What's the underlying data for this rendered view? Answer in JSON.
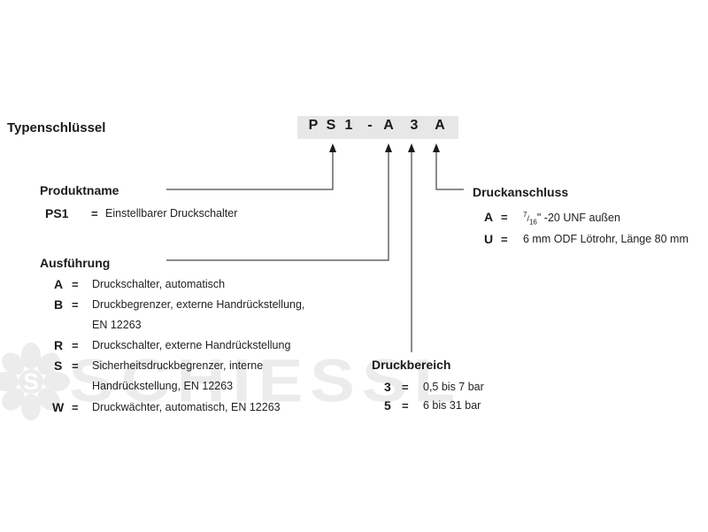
{
  "title": "Typenschlüssel",
  "code": [
    "P",
    "S",
    "1",
    "-",
    "A",
    "3",
    "A"
  ],
  "watermark": "SCHIESSL",
  "sections": {
    "produktname": {
      "heading": "Produktname",
      "items": [
        {
          "key": "PS1",
          "eq": "=",
          "desc": "Einstellbarer Druckschalter"
        }
      ]
    },
    "ausfuehrung": {
      "heading": "Ausführung",
      "items": [
        {
          "key": "A",
          "eq": "=",
          "desc": "Druckschalter, automatisch"
        },
        {
          "key": "B",
          "eq": "=",
          "desc": "Druckbegrenzer, externe Handrückstellung,",
          "desc2": "EN 12263"
        },
        {
          "key": "R",
          "eq": "=",
          "desc": "Druckschalter, externe Handrückstellung"
        },
        {
          "key": "S",
          "eq": "=",
          "desc": "Sicherheitsdruckbegrenzer, interne",
          "desc2": "Handrückstellung, EN 12263"
        },
        {
          "key": "W",
          "eq": "=",
          "desc": "Druckwächter, automatisch, EN 12263"
        }
      ]
    },
    "druckbereich": {
      "heading": "Druckbereich",
      "items": [
        {
          "key": "3",
          "eq": "=",
          "desc": "0,5 bis 7 bar"
        },
        {
          "key": "5",
          "eq": "=",
          "desc": "6 bis 31 bar"
        }
      ]
    },
    "druckanschluss": {
      "heading": "Druckanschluss",
      "items": [
        {
          "key": "A",
          "eq": "=",
          "frac_num": "7",
          "frac_den": "16",
          "desc": "\" -20 UNF außen"
        },
        {
          "key": "U",
          "eq": "=",
          "desc": "6 mm ODF Lötrohr, Länge 80 mm"
        }
      ]
    }
  }
}
